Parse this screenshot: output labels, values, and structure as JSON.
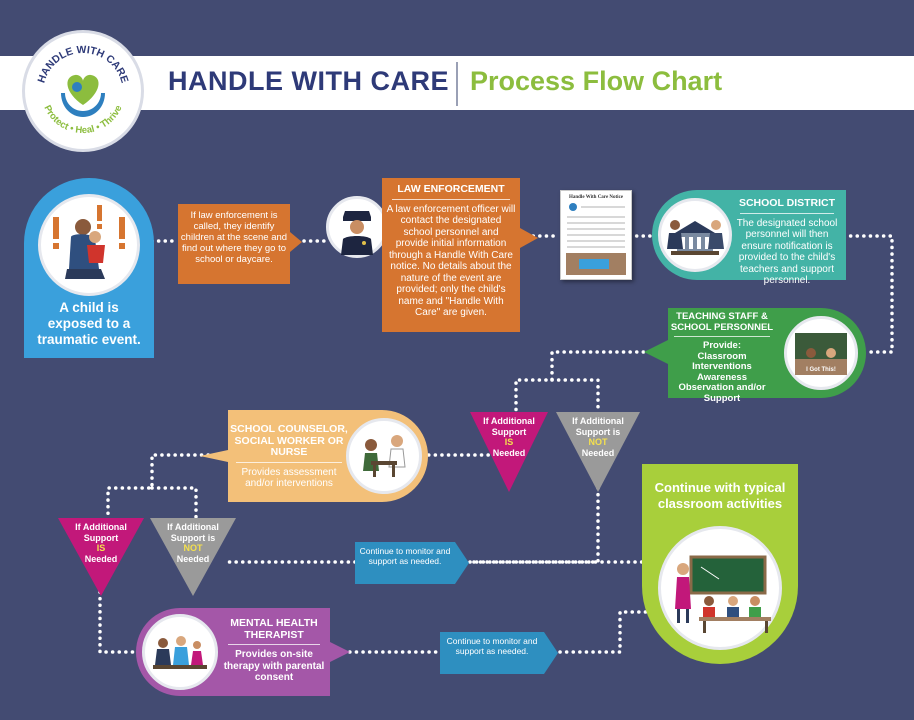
{
  "header": {
    "title": "HANDLE WITH CARE",
    "subtitle": "Process Flow Chart",
    "logo_arc_top": "HANDLE WITH CARE",
    "logo_arc_bottom": "Protect • Heal • Thrive"
  },
  "nodes": {
    "child": {
      "text": "A child is exposed to a traumatic event."
    },
    "law_note": {
      "text": "If law enforcement is called, they identify children at the scene and find out where they go to school or daycare."
    },
    "law_enforcement": {
      "title": "LAW ENFORCEMENT",
      "text": "A law enforcement officer will contact the designated school personnel and provide initial information through a Handle With Care notice. No details about the nature of the event are provided; only the child's name and \"Handle With Care\" are given."
    },
    "notice_form": {
      "title": "Handle With Care Notice"
    },
    "school_district": {
      "title": "SCHOOL DISTRICT",
      "text": "The designated school personnel will then ensure notification is provided to the child's teachers and support personnel."
    },
    "teaching_staff": {
      "title": "TEACHING STAFF & SCHOOL PERSONNEL",
      "lead": "Provide:",
      "items": "Classroom Interventions Awareness Observation and/or Support",
      "slogan": "I Got This!"
    },
    "decision1_is": {
      "line1": "If Additional Support",
      "line2": "IS",
      "line3": "Needed"
    },
    "decision1_not": {
      "line1": "If Additional Support is",
      "line2": "NOT",
      "line3": "Needed"
    },
    "counselor": {
      "title": "SCHOOL COUNSELOR, SOCIAL WORKER OR NURSE",
      "text": "Provides assessment and/or interventions"
    },
    "decision2_is": {
      "line1": "If Additional Support",
      "line2": "IS",
      "line3": "Needed"
    },
    "decision2_not": {
      "line1": "If Additional Support is",
      "line2": "NOT",
      "line3": "Needed"
    },
    "monitor1": {
      "text": "Continue to monitor and support as needed."
    },
    "monitor2": {
      "text": "Continue to monitor and support as needed."
    },
    "therapist": {
      "title": "MENTAL HEALTH THERAPIST",
      "text": "Provides on-site therapy with parental consent"
    },
    "classroom": {
      "text": "Continue with typical classroom activities"
    }
  },
  "colors": {
    "background": "#434b72",
    "blue": "#3aa0dc",
    "orange": "#d67530",
    "teal": "#43b3a6",
    "green": "#3f9e4a",
    "lime": "#a8cf3b",
    "magenta": "#c2187a",
    "gray": "#9a9a9a",
    "purple": "#a457a8",
    "tan": "#f3c079",
    "cyan": "#2e8fc0"
  },
  "icons": [
    "child-hug-icon",
    "police-officer-icon",
    "document-icon",
    "school-building-icon",
    "classroom-desk-icon",
    "counselor-meeting-icon",
    "therapy-family-icon",
    "teacher-classroom-icon"
  ]
}
